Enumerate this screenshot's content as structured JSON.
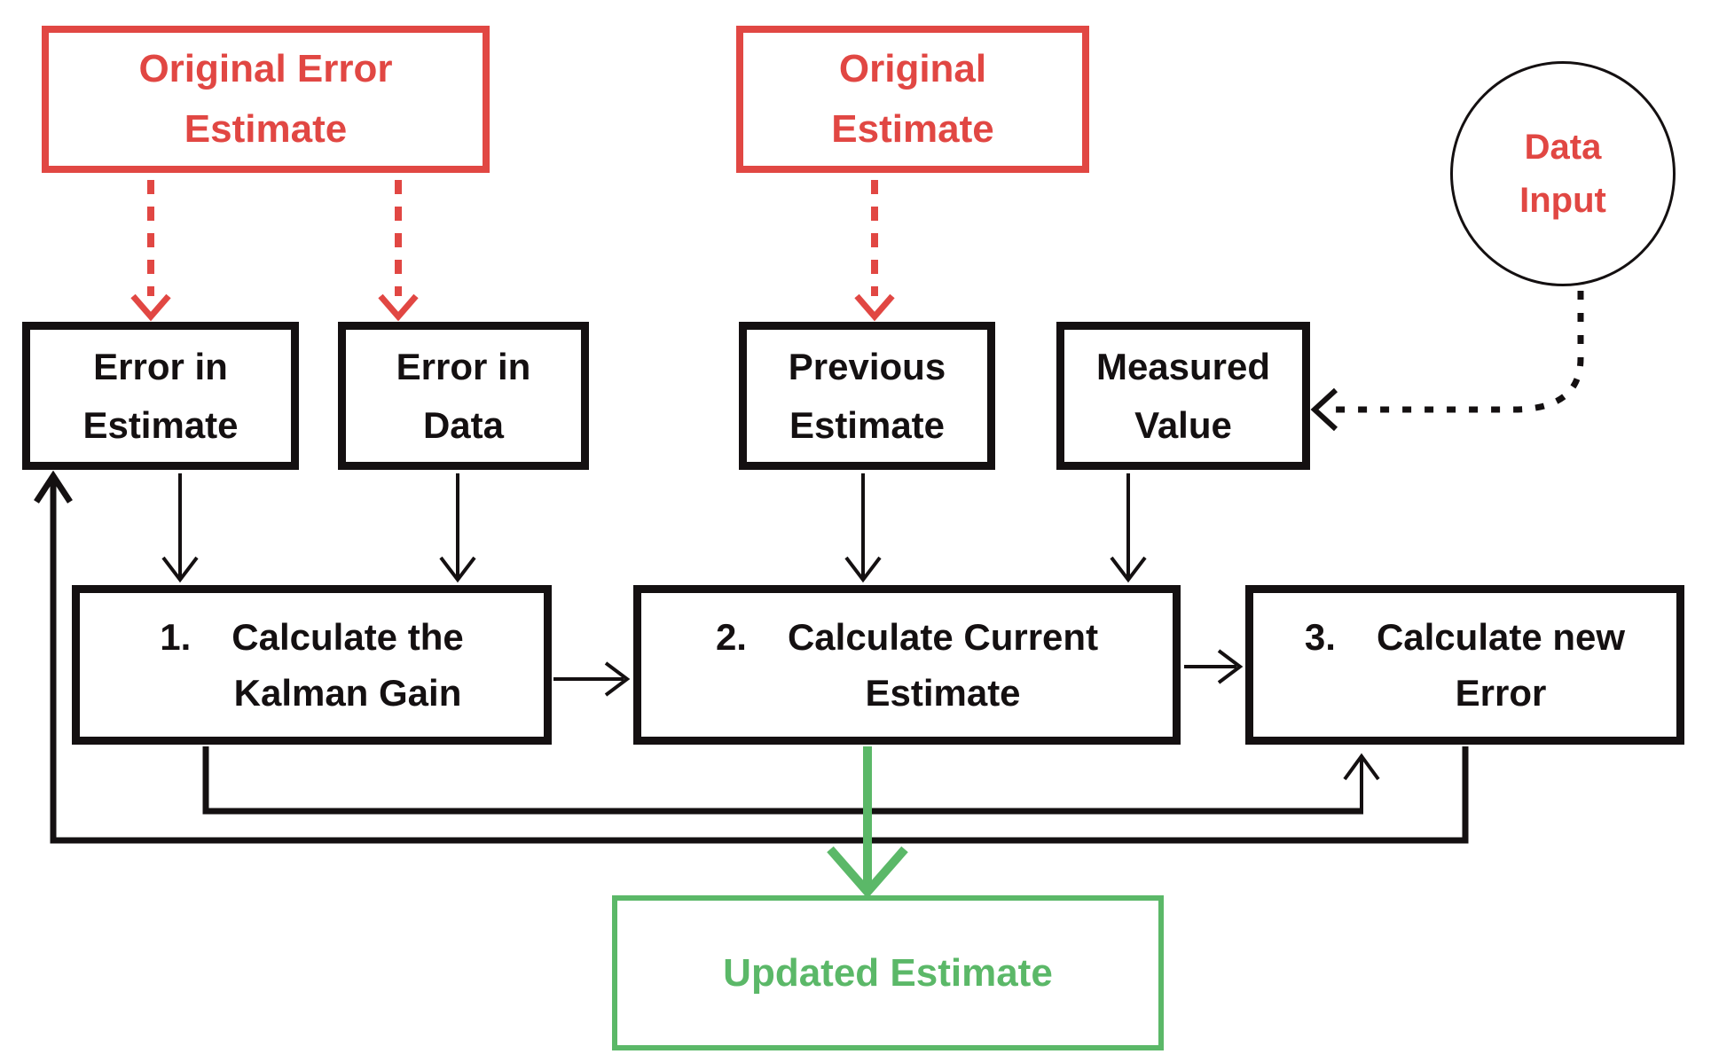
{
  "colors": {
    "red": "#e14743",
    "green": "#5bb868",
    "black": "#141011"
  },
  "nodes": {
    "original_error_estimate": {
      "line1": "Original Error",
      "line2": "Estimate"
    },
    "original_estimate": {
      "line1": "Original",
      "line2": "Estimate"
    },
    "data_input": {
      "line1": "Data",
      "line2": "Input"
    },
    "error_in_estimate": {
      "line1": "Error in",
      "line2": "Estimate"
    },
    "error_in_data": {
      "line1": "Error in",
      "line2": "Data"
    },
    "previous_estimate": {
      "line1": "Previous",
      "line2": "Estimate"
    },
    "measured_value": {
      "line1": "Measured",
      "line2": "Value"
    },
    "step_1": {
      "number": "1.",
      "line1": "Calculate the",
      "line2": "Kalman Gain"
    },
    "step_2": {
      "number": "2.",
      "line1": "Calculate Current",
      "line2": "Estimate"
    },
    "step_3": {
      "number": "3.",
      "line1": "Calculate new",
      "line2": "Error"
    },
    "updated_estimate": {
      "label": "Updated Estimate"
    }
  },
  "edges": [
    {
      "from": "original_error_estimate",
      "to": "error_in_estimate",
      "style": "red-dashed-arrow"
    },
    {
      "from": "original_error_estimate",
      "to": "error_in_data",
      "style": "red-dashed-arrow"
    },
    {
      "from": "original_estimate",
      "to": "previous_estimate",
      "style": "red-dashed-arrow"
    },
    {
      "from": "data_input",
      "to": "measured_value",
      "style": "black-dotted-arrow"
    },
    {
      "from": "error_in_estimate",
      "to": "step_1",
      "style": "black-solid-arrow"
    },
    {
      "from": "error_in_data",
      "to": "step_1",
      "style": "black-solid-arrow"
    },
    {
      "from": "previous_estimate",
      "to": "step_2",
      "style": "black-solid-arrow"
    },
    {
      "from": "measured_value",
      "to": "step_2",
      "style": "black-solid-arrow"
    },
    {
      "from": "step_1",
      "to": "step_2",
      "style": "black-solid-arrow"
    },
    {
      "from": "step_2",
      "to": "step_3",
      "style": "black-solid-arrow"
    },
    {
      "from": "step_1",
      "to": "step_3",
      "style": "black-feedback-arrow"
    },
    {
      "from": "step_3",
      "to": "error_in_estimate",
      "style": "black-feedback-arrow"
    },
    {
      "from": "step_2",
      "to": "updated_estimate",
      "style": "green-solid-arrow"
    }
  ]
}
